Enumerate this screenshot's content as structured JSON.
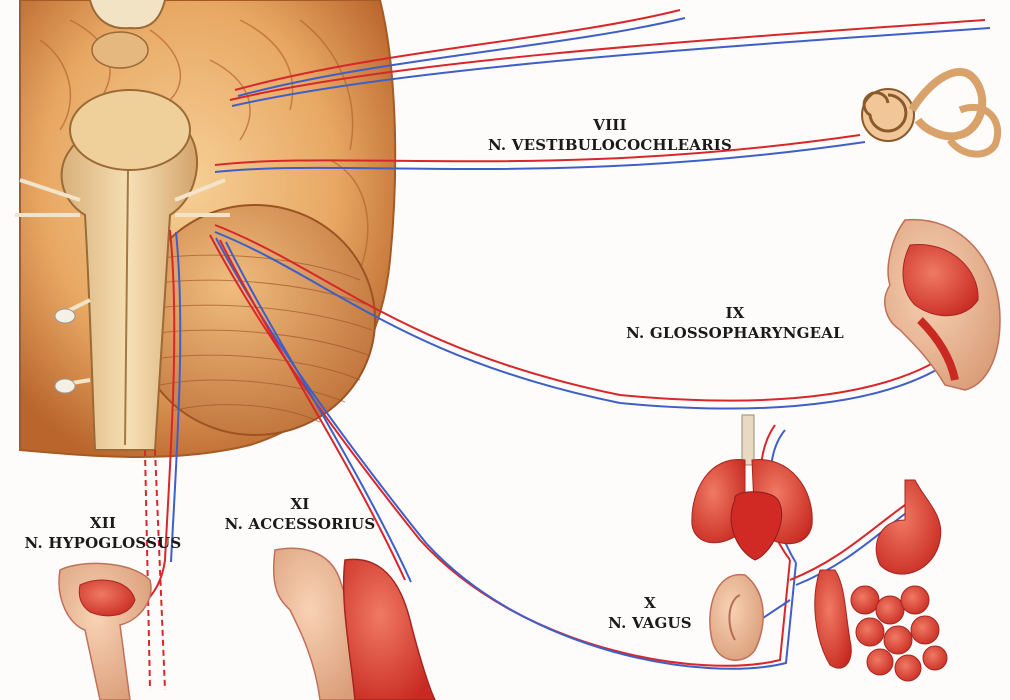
{
  "labels": {
    "vestibulocochlearis": {
      "numeral": "VIII",
      "name": "N. VESTIBULOCOCHLEARIS"
    },
    "glossopharyngeal": {
      "numeral": "IX",
      "name": "N. GLOSSOPHARYNGEAL"
    },
    "vagus": {
      "numeral": "X",
      "name": "N. VAGUS"
    },
    "accessorius": {
      "numeral": "XI",
      "name": "N. ACCESSORIUS"
    },
    "hypoglossus": {
      "numeral": "XII",
      "name": "N. HYPOGLOSSUS"
    }
  },
  "colors": {
    "nerve_red": "#d9262b",
    "nerve_blue": "#3f5fc8",
    "brain": "#e8a864",
    "organ_red": "#e0392f"
  }
}
